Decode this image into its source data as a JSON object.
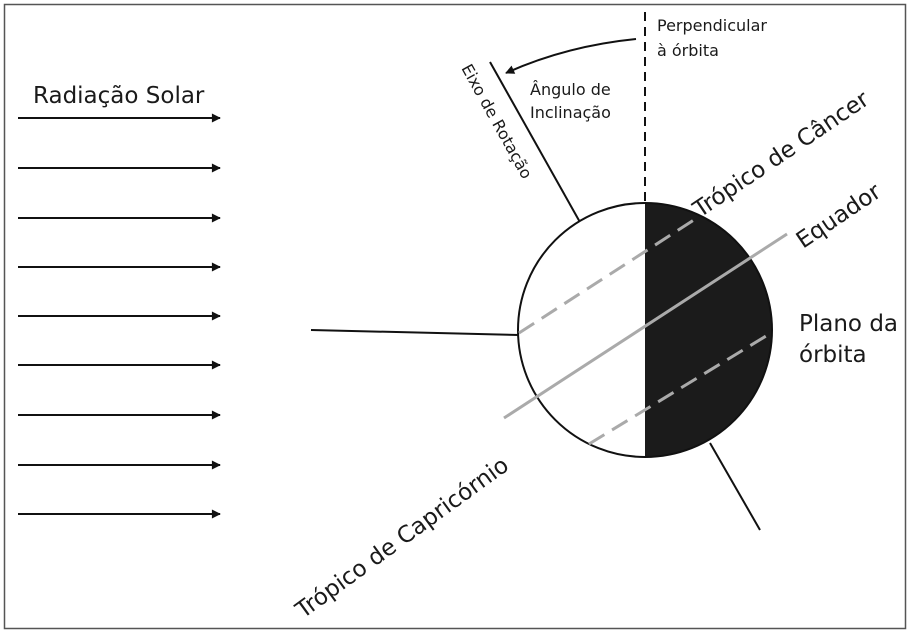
{
  "labels": {
    "solar_radiation": "Radiação Solar",
    "perpendicular_line1": "Perpendicular",
    "perpendicular_line2": "à órbita",
    "tilt_angle_line1": "Ângulo de",
    "tilt_angle_line2": "Inclinação",
    "rotation_axis": "Eixo de Rotação",
    "tropic_cancer": "Trópico de Câncer",
    "equator": "Equador",
    "orbit_plane_line1": "Plano da",
    "orbit_plane_line2": "órbita",
    "tropic_capricorn": "Trópico de Capricórnio"
  },
  "colors": {
    "frame": "#555555",
    "ink": "#111111",
    "night_side": "#1b1b1b",
    "latitude_lines": "#aaaaaa"
  }
}
